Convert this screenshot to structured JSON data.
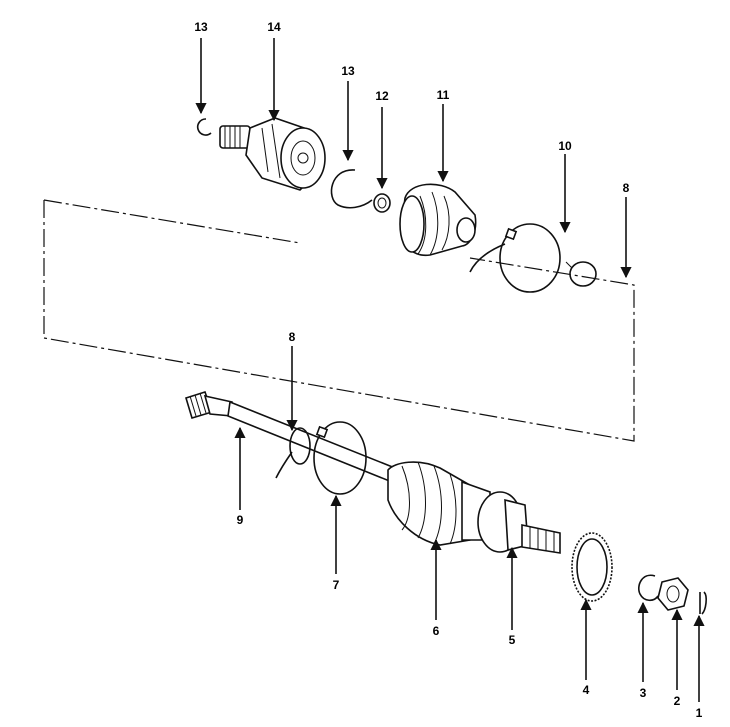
{
  "callouts": [
    {
      "id": "c1",
      "label": "1"
    },
    {
      "id": "c2",
      "label": "2"
    },
    {
      "id": "c3",
      "label": "3"
    },
    {
      "id": "c4",
      "label": "4"
    },
    {
      "id": "c5",
      "label": "5"
    },
    {
      "id": "c6",
      "label": "6"
    },
    {
      "id": "c7",
      "label": "7"
    },
    {
      "id": "c8a",
      "label": "8"
    },
    {
      "id": "c8b",
      "label": "8"
    },
    {
      "id": "c9",
      "label": "9"
    },
    {
      "id": "c10",
      "label": "10"
    },
    {
      "id": "c11",
      "label": "11"
    },
    {
      "id": "c12",
      "label": "12"
    },
    {
      "id": "c13a",
      "label": "13"
    },
    {
      "id": "c13b",
      "label": "13"
    },
    {
      "id": "c14",
      "label": "14"
    }
  ]
}
